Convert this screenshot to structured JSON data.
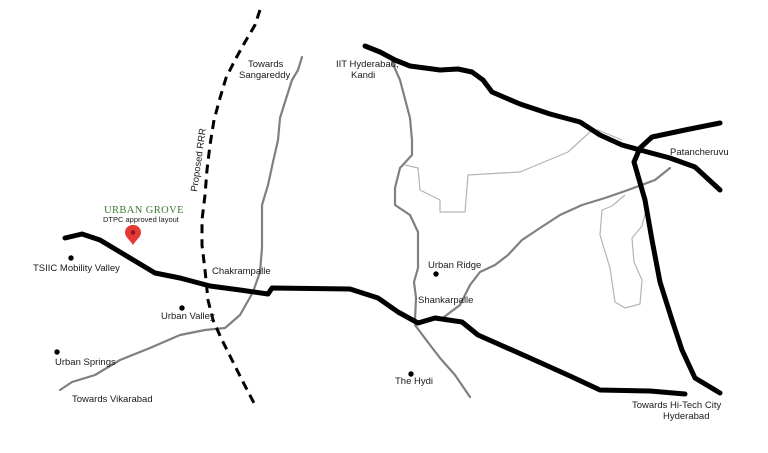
{
  "map": {
    "labels": {
      "towards_sangareddy_1": "Towards",
      "towards_sangareddy_2": "Sangareddy",
      "iit_1": "IIT Hyderabad,",
      "iit_2": "Kandi",
      "proposed_rrr": "Proposed RRR",
      "patancheruvu": "Patancheruvu",
      "brand_title": "URBAN GROVE",
      "brand_subtitle": "DTPC approved layout",
      "tsiic": "TSIIC Mobility Valley",
      "chakrampalle": "Chakrampalle",
      "urban_ridge": "Urban Ridge",
      "shankarpalle": "Shankarpalle",
      "urban_valley": "Urban Valley",
      "urban_springs": "Urban Springs",
      "the_hydi": "The Hydi",
      "towards_vikarabad": "Towards Vikarabad",
      "hitech_1": "Towards Hi-Tech City",
      "hitech_2": "Hyderabad"
    },
    "colors": {
      "major_road": "#000000",
      "road": "#808080",
      "minor_road": "#b4b4b4",
      "marker": "#e53935",
      "brand": "#3e7a34"
    },
    "icons": {
      "marker": "map-pin-icon",
      "place_dot": "dot-icon"
    }
  }
}
